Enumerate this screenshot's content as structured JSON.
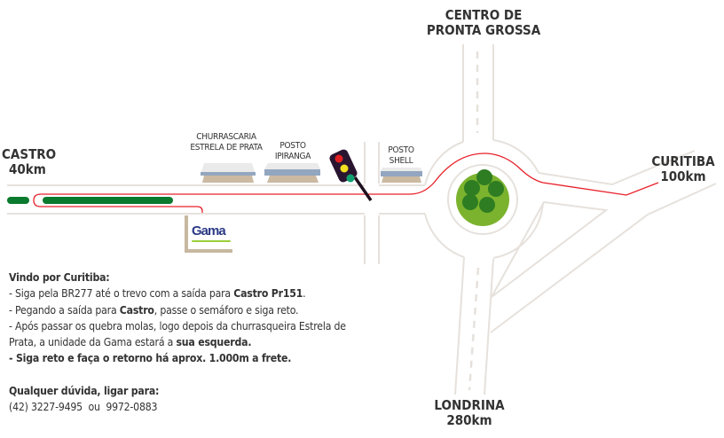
{
  "destinations": {
    "castro": {
      "name": "CASTRO",
      "distance": "40km"
    },
    "centro": {
      "line1": "CENTRO DE",
      "line2": "PRONTA GROSSA"
    },
    "curitiba": {
      "name": "CURITIBA",
      "distance": "100km"
    },
    "londrina": {
      "name": "LONDRINA",
      "distance": "280km"
    }
  },
  "landmarks": {
    "churrascaria": {
      "line1": "CHURRASCARIA",
      "line2": "ESTRELA DE PRATA"
    },
    "ipiranga": {
      "line1": "POSTO",
      "line2": "IPIRANGA"
    },
    "shell": {
      "line1": "POSTO",
      "line2": "SHELL"
    },
    "gama_logo": "Gama"
  },
  "colors": {
    "route": "#e8202a",
    "road": "#e6e1dc",
    "bar": "#0a7a2e",
    "tree": "#7bb32e"
  },
  "instructions": {
    "heading": "Vindo por Curitiba:",
    "step1_a": "- Siga pela BR277 até o trevo com a saída para ",
    "step1_b": "Castro Pr151",
    "step1_c": ".",
    "step2_a": "- Pegando a saída para ",
    "step2_b": "Castro",
    "step2_c": ", passe o semáforo e siga reto.",
    "step3_a": "- Após passar os quebra molas, logo depois da churrasqueira Estrela de Prata, a unidade da Gama estará a ",
    "step3_b": "sua esquerda.",
    "step4": "- Siga reto e faça o retorno há aprox. 1.000m a frete.",
    "contact_heading": "Qualquer dúvida, ligar para:",
    "phones": "(42) 3227-9495  ou  9972-0883"
  }
}
